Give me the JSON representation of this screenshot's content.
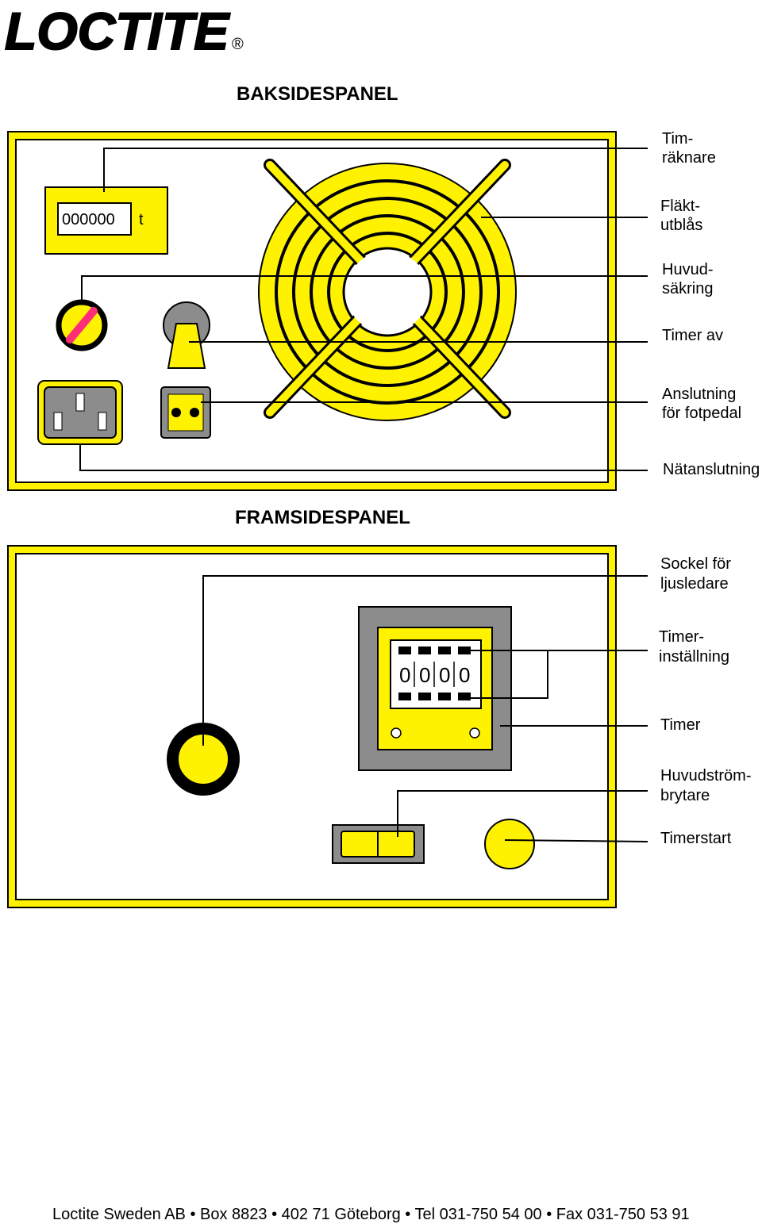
{
  "brand": {
    "logo": "LOCTITE",
    "registered": "®"
  },
  "rear_panel": {
    "title": "BAKSIDESPANEL",
    "counter_value": "000000",
    "counter_unit": "t",
    "labels": {
      "hour_counter": [
        "Tim-",
        "räknare"
      ],
      "fan_outlet": [
        "Fläkt-",
        "utblås"
      ],
      "main_fuse": [
        "Huvud-",
        "säkring"
      ],
      "timer_off": [
        "Timer av"
      ],
      "foot_pedal": [
        "Anslutning",
        "för fotpedal"
      ],
      "mains": [
        "Nätanslutning"
      ]
    }
  },
  "front_panel": {
    "title": "FRAMSIDESPANEL",
    "timer_digits": [
      "0",
      "0",
      "0",
      "0"
    ],
    "labels": {
      "light_guide": [
        "Sockel för",
        "ljusledare"
      ],
      "timer_setting": [
        "Timer-",
        "inställning"
      ],
      "timer": [
        "Timer"
      ],
      "main_switch": [
        "Huvudström-",
        "brytare"
      ],
      "timer_start": [
        "Timerstart"
      ]
    }
  },
  "footer": {
    "text": "Loctite Sweden AB • Box 8823 • 402 71 Göteborg • Tel 031-750 54 00 • Fax 031-750 53 91"
  },
  "colors": {
    "yellow": "#fff200",
    "gray": "#8c8c8c",
    "magenta": "#ff2d7a",
    "black": "#000000"
  }
}
